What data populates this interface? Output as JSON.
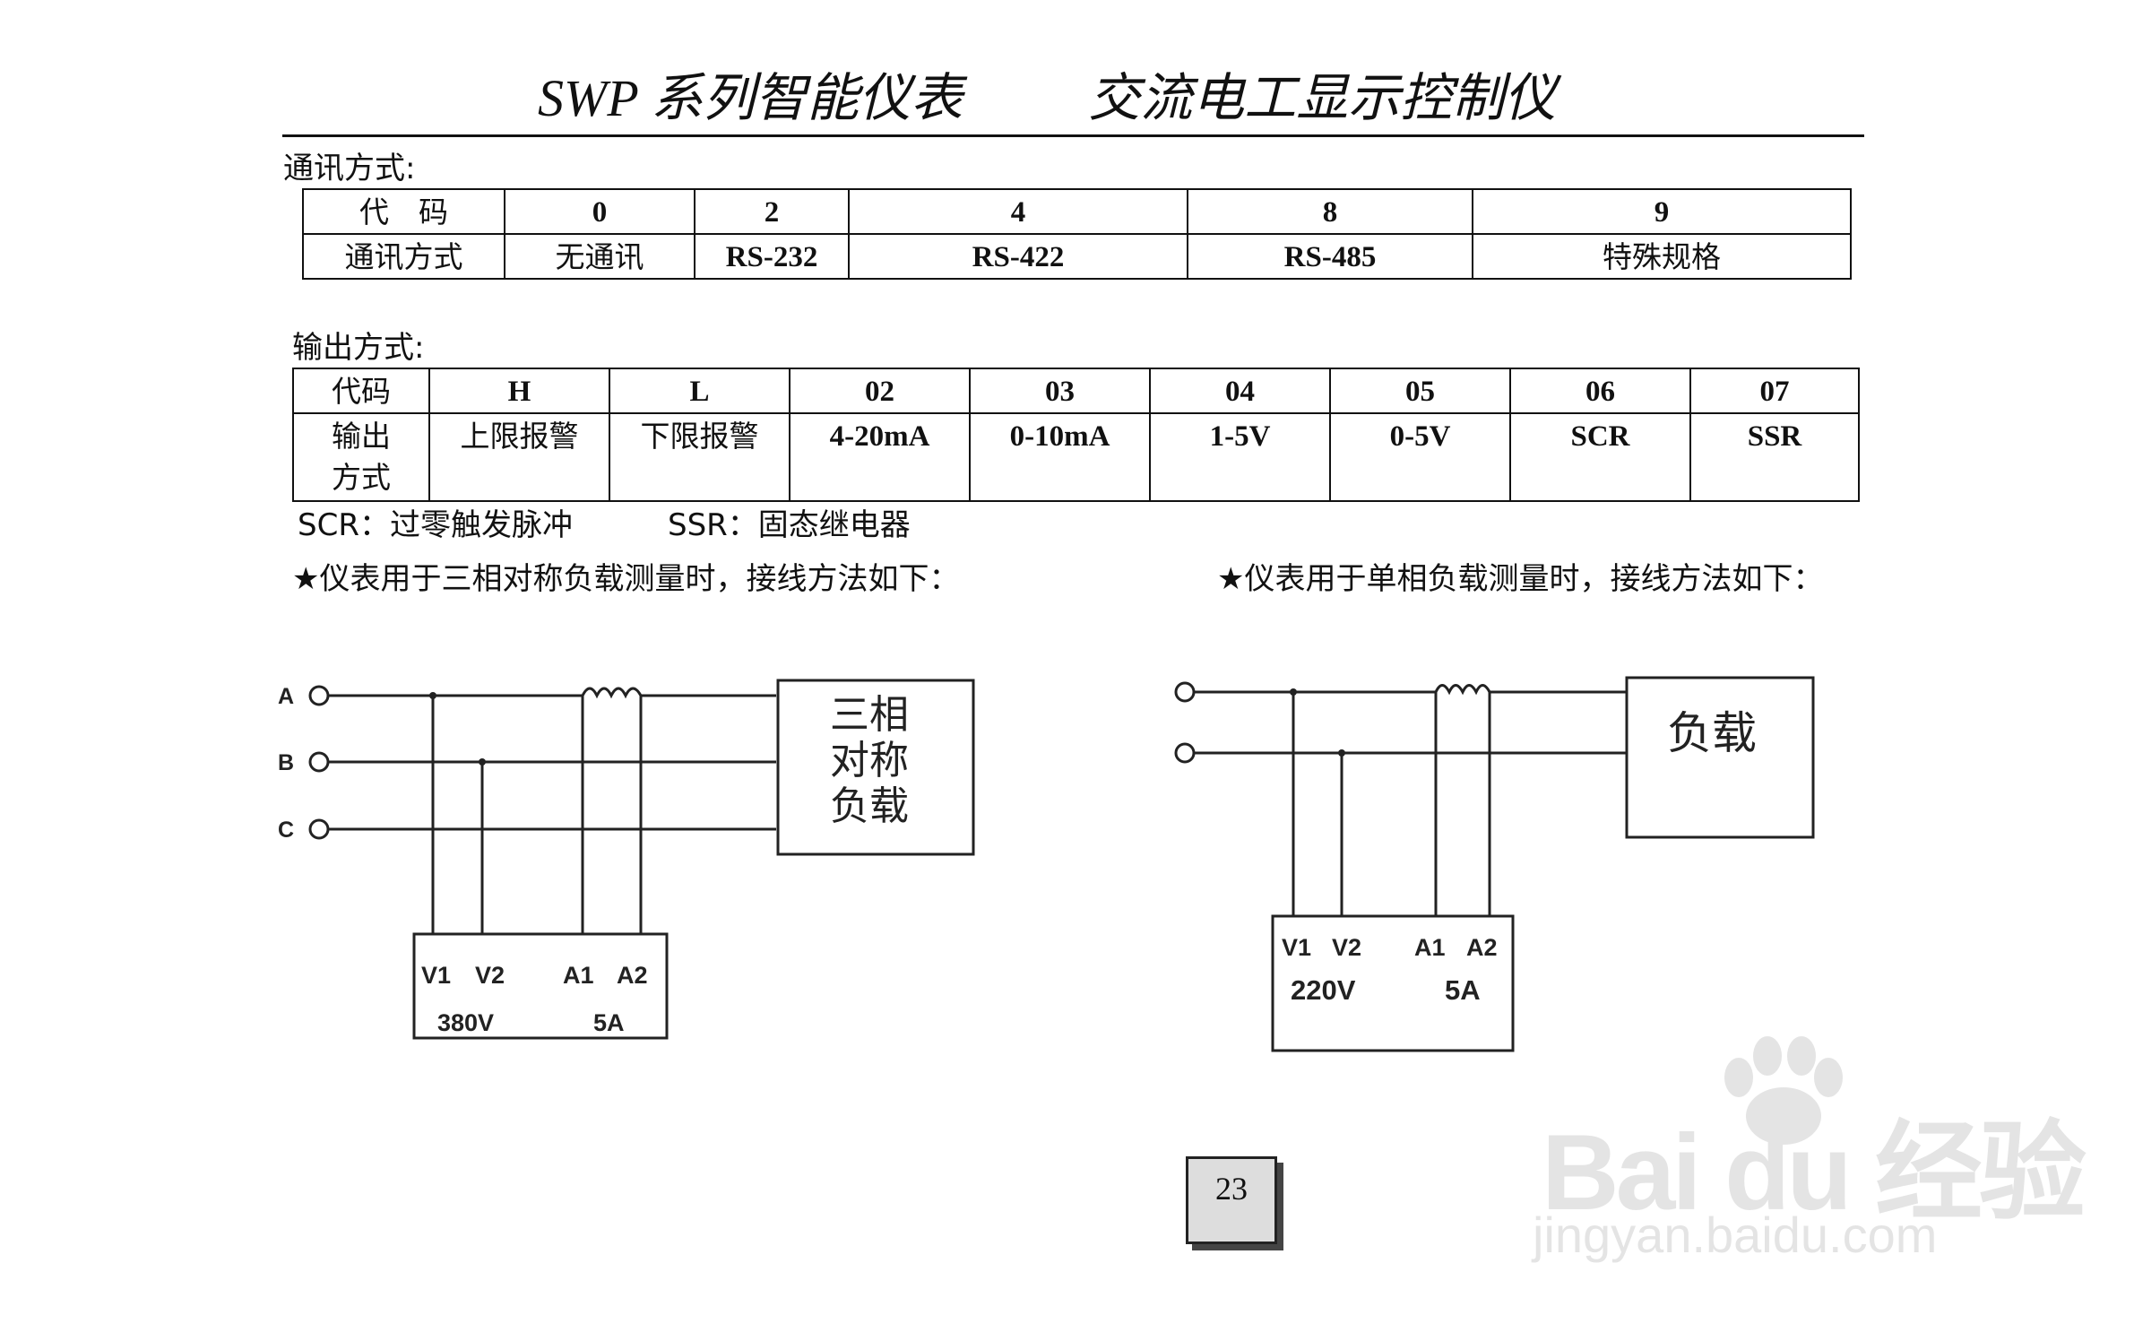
{
  "header": {
    "title_left": "SWP 系列智能仪表",
    "title_right": "交流电工显示控制仪"
  },
  "comm": {
    "section_label": "通讯方式:",
    "row1": [
      "代　码",
      "0",
      "2",
      "4",
      "8",
      "9"
    ],
    "row2": [
      "通讯方式",
      "无通讯",
      "RS-232",
      "RS-422",
      "RS-485",
      "特殊规格"
    ]
  },
  "output": {
    "section_label": "输出方式:",
    "row1": [
      "代码",
      "H",
      "L",
      "02",
      "03",
      "04",
      "05",
      "06",
      "07"
    ],
    "row2_head": [
      "输出",
      "方式"
    ],
    "row2": [
      "上限报警",
      "下限报警",
      "4-20mA",
      "0-10mA",
      "1-5V",
      "0-5V",
      "SCR",
      "SSR"
    ]
  },
  "notes": {
    "scr": "SCR：过零触发脉冲",
    "ssr": "SSR：固态继电器",
    "three_phase": "★仪表用于三相对称负载测量时，接线方法如下：",
    "single_phase": "★仪表用于单相负载测量时，接线方法如下："
  },
  "diagram_three": {
    "phase_labels": [
      "A",
      "B",
      "C"
    ],
    "load_lines": [
      "三相",
      "对称",
      "负载"
    ],
    "terminals": [
      "V1",
      "V2",
      "A1",
      "A2"
    ],
    "ratings": [
      "380V",
      "5A"
    ]
  },
  "diagram_single": {
    "load_label": "负载",
    "terminals": [
      "V1",
      "V2",
      "A1",
      "A2"
    ],
    "ratings": [
      "220V",
      "5A"
    ]
  },
  "footer": {
    "page_number": "23"
  },
  "watermark": {
    "brand": "Bai du 经验",
    "url": "jingyan.baidu.com"
  }
}
